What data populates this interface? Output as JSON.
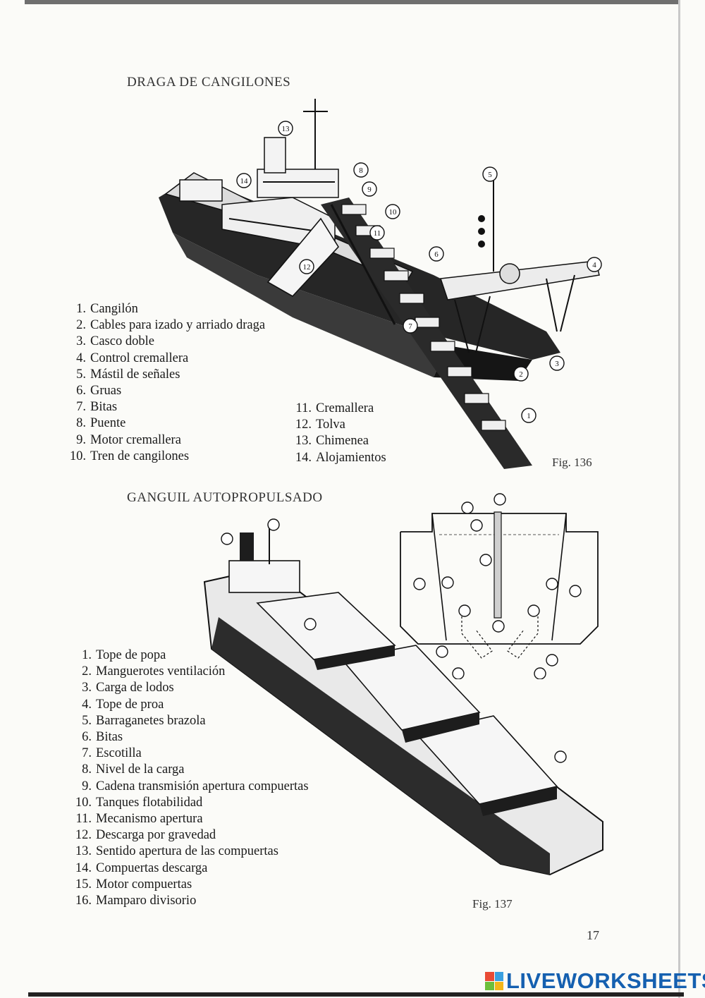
{
  "figure1": {
    "heading": "DRAGA DE CANGILONES",
    "caption": "Fig. 136",
    "legend_col1": [
      {
        "num": "1.",
        "text": "Cangilón"
      },
      {
        "num": "2.",
        "text": "Cables para izado y arriado draga"
      },
      {
        "num": "3.",
        "text": "Casco doble"
      },
      {
        "num": "4.",
        "text": "Control cremallera"
      },
      {
        "num": "5.",
        "text": "Mástil de señales"
      },
      {
        "num": "6.",
        "text": "Gruas"
      },
      {
        "num": "7.",
        "text": "Bitas"
      },
      {
        "num": "8.",
        "text": "Puente"
      },
      {
        "num": "9.",
        "text": "Motor cremallera"
      },
      {
        "num": "10.",
        "text": "Tren de cangilones"
      }
    ],
    "legend_col2": [
      {
        "num": "11.",
        "text": "Cremallera"
      },
      {
        "num": "12.",
        "text": "Tolva"
      },
      {
        "num": "13.",
        "text": "Chimenea"
      },
      {
        "num": "14.",
        "text": "Alojamientos"
      }
    ],
    "callouts": [
      "1",
      "2",
      "3",
      "4",
      "5",
      "6",
      "7",
      "8",
      "9",
      "10",
      "11",
      "12",
      "13",
      "14"
    ]
  },
  "figure2": {
    "heading": "GANGUIL AUTOPROPULSADO",
    "caption": "Fig. 137",
    "legend": [
      {
        "num": "1.",
        "text": "Tope de popa"
      },
      {
        "num": "2.",
        "text": "Manguerotes ventilación"
      },
      {
        "num": "3.",
        "text": "Carga de lodos"
      },
      {
        "num": "4.",
        "text": "Tope de proa"
      },
      {
        "num": "5.",
        "text": "Barraganetes brazola"
      },
      {
        "num": "6.",
        "text": "Bitas"
      },
      {
        "num": "7.",
        "text": "Escotilla"
      },
      {
        "num": "8.",
        "text": "Nivel de la carga"
      },
      {
        "num": "9.",
        "text": "Cadena transmisión apertura compuertas"
      },
      {
        "num": "10.",
        "text": "Tanques flotabilidad"
      },
      {
        "num": "11.",
        "text": "Mecanismo apertura"
      },
      {
        "num": "12.",
        "text": "Descarga por gravedad"
      },
      {
        "num": "13.",
        "text": "Sentido apertura de las compuertas"
      },
      {
        "num": "14.",
        "text": "Compuertas descarga"
      },
      {
        "num": "15.",
        "text": "Motor compuertas"
      },
      {
        "num": "16.",
        "text": "Mamparo divisorio"
      }
    ]
  },
  "page_number": "17",
  "brand": {
    "text": "LIVEWORKSHEETS",
    "color": "#1560b0"
  }
}
